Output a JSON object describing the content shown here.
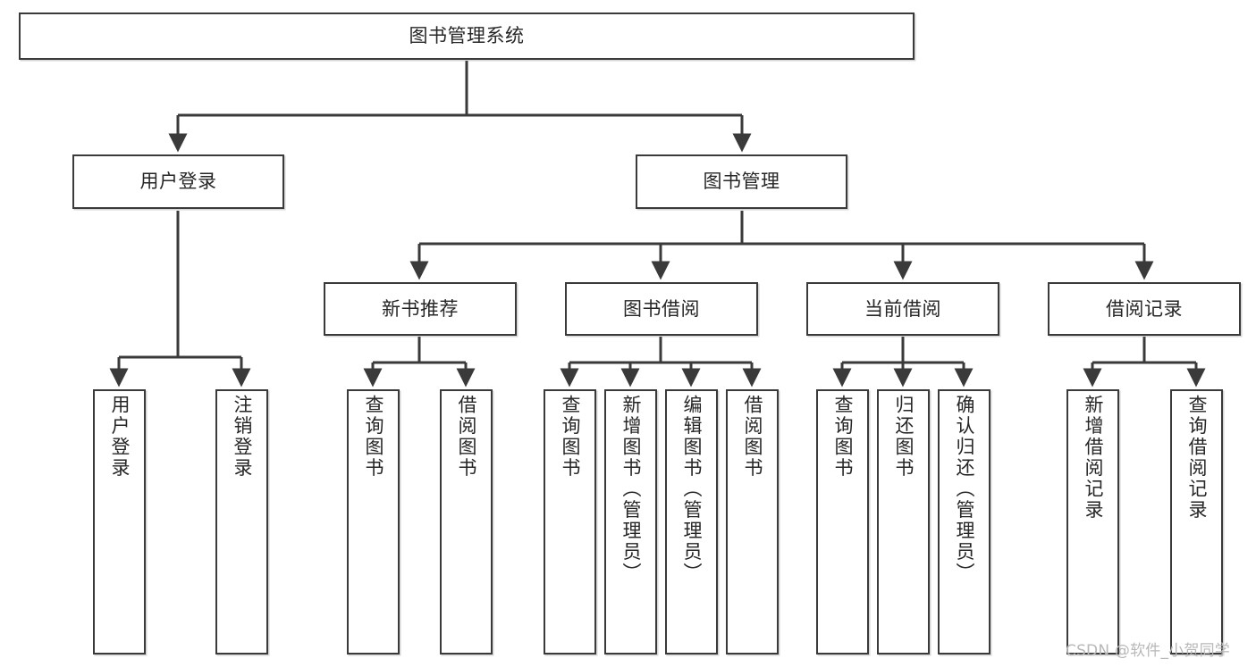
{
  "diagram": {
    "title": "图书管理系统",
    "type": "tree-hierarchy-chart",
    "root": {
      "id": "root",
      "label": "图书管理系统"
    },
    "level1": [
      {
        "id": "user-login",
        "label": "用户登录"
      },
      {
        "id": "book-management",
        "label": "图书管理"
      }
    ],
    "level2": [
      {
        "id": "new-book-recommend",
        "label": "新书推荐",
        "parent": "book-management"
      },
      {
        "id": "book-borrow",
        "label": "图书借阅",
        "parent": "book-management"
      },
      {
        "id": "current-borrow",
        "label": "当前借阅",
        "parent": "book-management"
      },
      {
        "id": "borrow-record",
        "label": "借阅记录",
        "parent": "book-management"
      }
    ],
    "leaves": [
      {
        "id": "leaf-user-login",
        "label": "用户登录",
        "parent": "user-login"
      },
      {
        "id": "leaf-logout-login",
        "label": "注销登录",
        "parent": "user-login"
      },
      {
        "id": "leaf-query-book-1",
        "label": "查询图书",
        "parent": "new-book-recommend"
      },
      {
        "id": "leaf-borrow-book-1",
        "label": "借阅图书",
        "parent": "new-book-recommend"
      },
      {
        "id": "leaf-query-book-2",
        "label": "查询图书",
        "parent": "book-borrow"
      },
      {
        "id": "leaf-add-book",
        "label": "新增图书（管理员）",
        "parent": "book-borrow"
      },
      {
        "id": "leaf-edit-book",
        "label": "编辑图书（管理员）",
        "parent": "book-borrow"
      },
      {
        "id": "leaf-borrow-book-2",
        "label": "借阅图书",
        "parent": "book-borrow"
      },
      {
        "id": "leaf-query-book-3",
        "label": "查询图书",
        "parent": "current-borrow"
      },
      {
        "id": "leaf-return-book",
        "label": "归还图书",
        "parent": "current-borrow"
      },
      {
        "id": "leaf-confirm-return",
        "label": "确认归还（管理员）",
        "parent": "current-borrow"
      },
      {
        "id": "leaf-add-record",
        "label": "新增借阅记录",
        "parent": "borrow-record"
      },
      {
        "id": "leaf-query-record",
        "label": "查询借阅记录",
        "parent": "borrow-record"
      }
    ],
    "watermark": "CSDN @软件_小贺同学",
    "colors": {
      "stroke": "#3a3a3a",
      "text": "#262626",
      "background": "#ffffff",
      "watermark": "#b8b8b8"
    }
  }
}
